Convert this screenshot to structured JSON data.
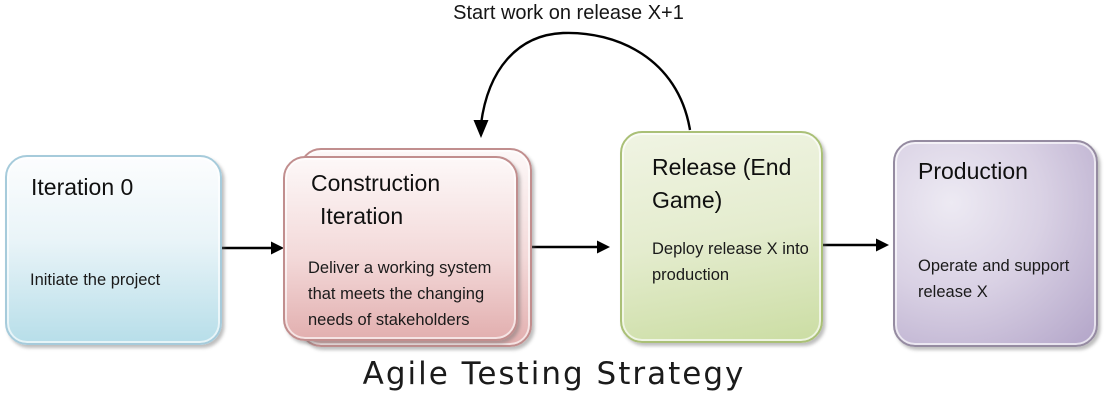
{
  "diagram": {
    "title": "Agile Testing Strategy",
    "loop_label": "Start work on release X+1",
    "nodes": [
      {
        "id": "iteration-0",
        "title": "Iteration 0",
        "body": "Initiate the project",
        "fill_top": "#fcfdfe",
        "fill_bottom": "#b7dee9",
        "border": "#a6cbdb"
      },
      {
        "id": "construction-iteration",
        "title": "Construction Iteration",
        "body": "Deliver a working system that meets the changing needs of stakeholders",
        "stacked": true,
        "fill_top": "#fdf8f8",
        "fill_bottom": "#e2afaf",
        "border": "#c18e8e"
      },
      {
        "id": "release-end-game",
        "title": "Release (End Game)",
        "body": "Deploy release X into production",
        "fill_top": "#f0f4e3",
        "fill_bottom": "#cbdda3",
        "border": "#aac077"
      },
      {
        "id": "production",
        "title": "Production",
        "body": "Operate and support release X",
        "fill_top": "#edeaf3",
        "fill_bottom": "#b2a4c8",
        "border": "#958ba1"
      }
    ],
    "connectors": [
      {
        "type": "arrow",
        "from": "iteration-0",
        "to": "construction-iteration"
      },
      {
        "type": "arrow",
        "from": "construction-iteration",
        "to": "release-end-game"
      },
      {
        "type": "arrow",
        "from": "release-end-game",
        "to": "production"
      },
      {
        "type": "loop-arrow",
        "from": "release-end-game",
        "to": "construction-iteration",
        "label": "Start work on release X+1"
      }
    ],
    "arrow_color": "#000000"
  }
}
